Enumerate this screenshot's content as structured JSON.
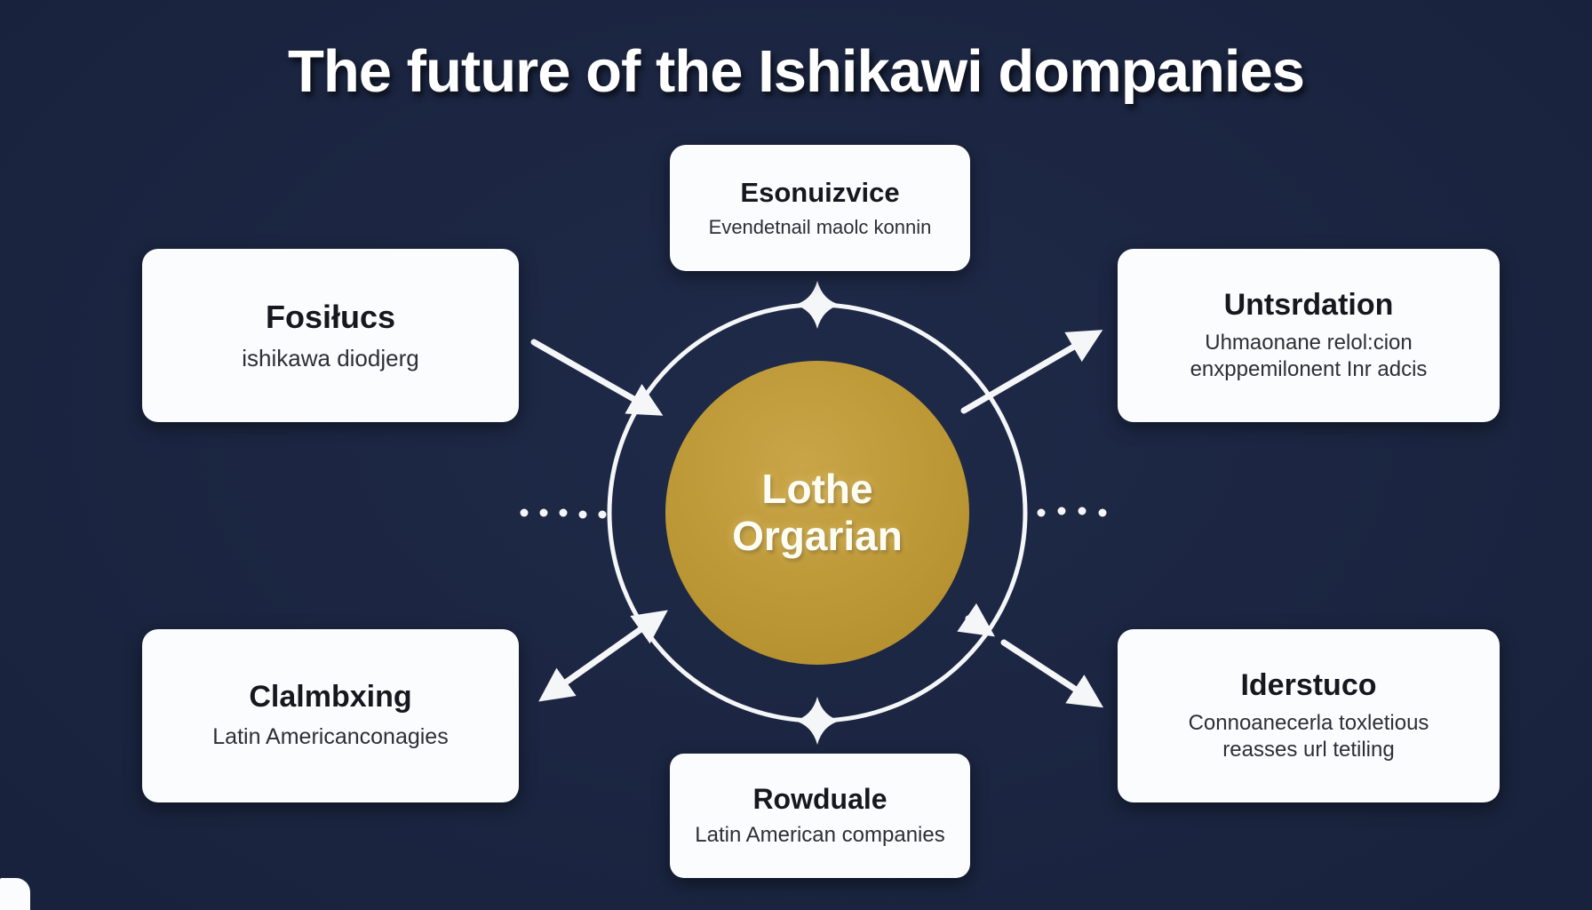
{
  "title": "The future of the Ishikawi dompanies",
  "center": {
    "title_line1": "Lothe",
    "title_line2": "Orgarian"
  },
  "nodes": {
    "top": {
      "title": "Esonuizvice",
      "subtitle": "Evendetnail maolc konnin"
    },
    "top_left": {
      "title": "Fosiłucs",
      "subtitle": "ishikawa diodjerg"
    },
    "top_right": {
      "title": "Untsrdation",
      "subtitle": "Uhmaonane relol:cion\nenxppemilonent Inr adcis"
    },
    "bottom_left": {
      "title": "Clalmbxing",
      "subtitle": "Latin Americanconagies"
    },
    "bottom": {
      "title": "Rowduale",
      "subtitle": "Latin American companies"
    },
    "bottom_right": {
      "title": "Iderstuco",
      "subtitle": "Connoanecerla toxletious\nreasses url tetiling"
    }
  },
  "colors": {
    "background": "#19223c",
    "card": "#fbfcfe",
    "circle_gold": "#bb9634",
    "title_text": "#ffffff",
    "card_title": "#17171f",
    "card_subtitle": "#2e2e36",
    "connector": "#f5f6f8"
  }
}
